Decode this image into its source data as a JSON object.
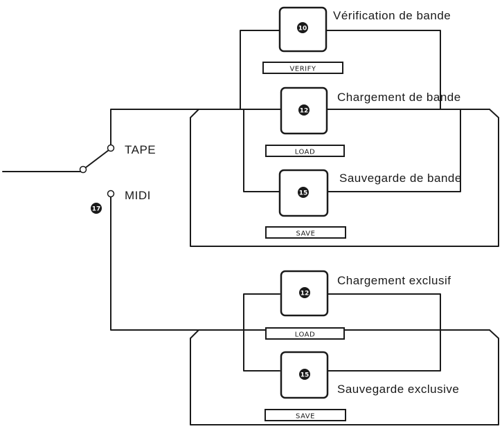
{
  "switch": {
    "tape_label": "TAPE",
    "midi_label": "MIDI",
    "badge_number": "17"
  },
  "tape_functions": [
    {
      "caption": "Vérification de bande",
      "key_number": "10",
      "tag": "VERIFY"
    },
    {
      "caption": "Chargement de bande",
      "key_number": "12",
      "tag": "LOAD"
    },
    {
      "caption": "Sauvegarde de bande",
      "key_number": "15",
      "tag": "SAVE"
    }
  ],
  "midi_functions": [
    {
      "caption": "Chargement exclusif",
      "key_number": "12",
      "tag": "LOAD"
    },
    {
      "caption": "Sauvegarde exclusive",
      "key_number": "15",
      "tag": "SAVE"
    }
  ]
}
